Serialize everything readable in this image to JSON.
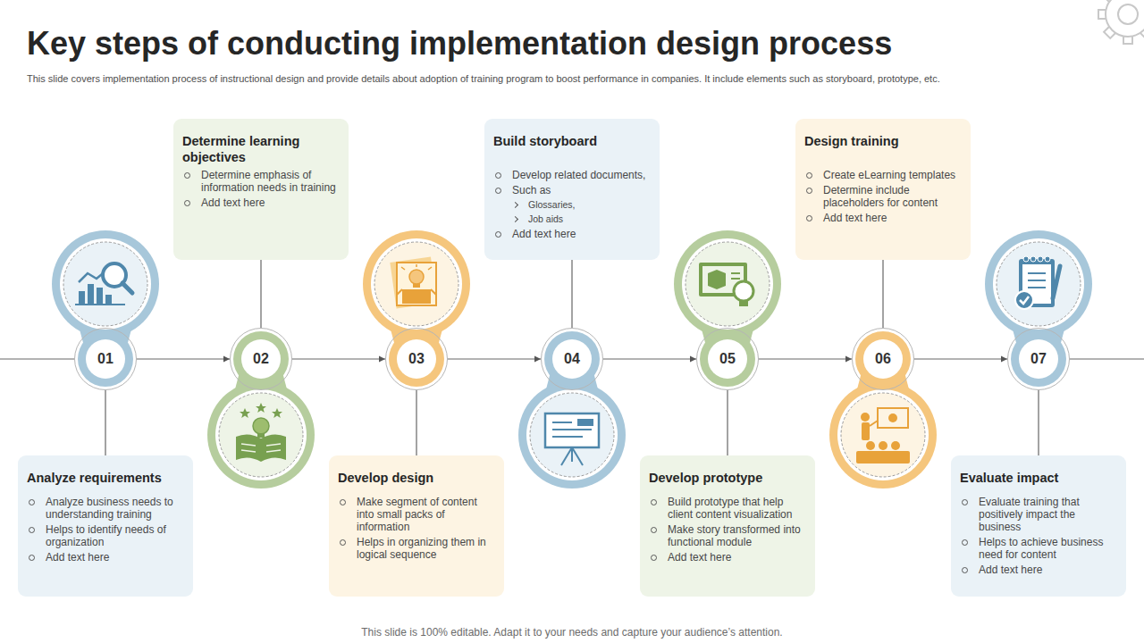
{
  "diagram": {
    "title": "Key steps of conducting implementation design process",
    "caption": "This slide covers implementation process of instructional design and provide details about adoption of training program to boost performance in companies. It include elements such as storyboard, prototype, etc.",
    "nodes": [
      {
        "text": [
          "01"
        ]
      },
      {
        "text": [
          "Analyze requirements",
          "Analyze business needs to understanding training",
          "Helps to identify needs of organization",
          "Add text here"
        ]
      },
      {
        "text": [
          "02"
        ]
      },
      {
        "text": [
          "Determine learning objectives",
          "Determine emphasis of information needs in training",
          "Add text here"
        ]
      },
      {
        "text": [
          "03"
        ]
      },
      {
        "text": [
          "Develop design",
          "Make segment of content into small packs of information",
          "Helps in organizing them in logical sequence"
        ]
      },
      {
        "text": [
          "04"
        ]
      },
      {
        "text": [
          "Build storyboard",
          "Develop related documents,",
          "Such as",
          "Glossaries,",
          "Job aids",
          "Add text here"
        ]
      },
      {
        "text": [
          "05"
        ]
      },
      {
        "text": [
          "Develop prototype",
          "Build prototype that help client content visualization",
          "Make story transformed into functional module",
          "Add text here"
        ]
      },
      {
        "text": [
          "06"
        ]
      },
      {
        "text": [
          "Design training",
          "Create eLearning templates",
          "Determine include placeholders for content",
          "Add text here"
        ]
      },
      {
        "text": [
          "07"
        ]
      },
      {
        "text": [
          "Evaluate impact",
          "Evaluate training that positively impact the business",
          "Helps to achieve business need for content",
          "Add text here"
        ]
      }
    ],
    "edges": [
      {
        "from": 0,
        "to": 2,
        "arrow": "to"
      },
      {
        "from": 2,
        "to": 4,
        "arrow": "to"
      },
      {
        "from": 4,
        "to": 6,
        "arrow": "to"
      },
      {
        "from": 6,
        "to": 8,
        "arrow": "to"
      },
      {
        "from": 8,
        "to": 10,
        "arrow": "to"
      },
      {
        "from": 10,
        "to": 12,
        "arrow": "to"
      },
      {
        "from": 0,
        "to": 1,
        "arrow": "none"
      },
      {
        "from": 2,
        "to": 3,
        "arrow": "none"
      },
      {
        "from": 4,
        "to": 5,
        "arrow": "none"
      },
      {
        "from": 6,
        "to": 7,
        "arrow": "none"
      },
      {
        "from": 8,
        "to": 9,
        "arrow": "none"
      },
      {
        "from": 10,
        "to": 11,
        "arrow": "none"
      },
      {
        "from": 12,
        "to": 13,
        "arrow": "none"
      }
    ],
    "labels": [
      "This slide is 100% editable. Adapt it to your needs and capture your audience’s attention."
    ]
  }
}
